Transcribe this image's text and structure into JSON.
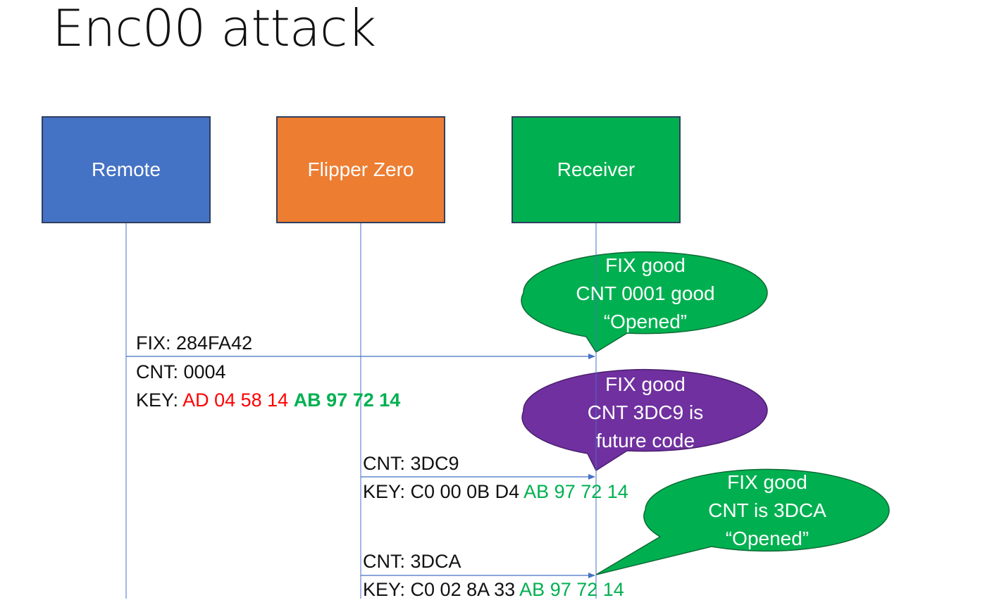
{
  "title": "Enc00 attack",
  "actors": {
    "remote": "Remote",
    "flipper": "Flipper Zero",
    "receiver": "Receiver"
  },
  "messages": {
    "m1": {
      "fix": "FIX: 284FA42",
      "cnt": "CNT: 0004",
      "key_prefix": "KEY: ",
      "key_red": "AD 04 58 14",
      "key_green": "AB 97 72 14"
    },
    "m2": {
      "cnt": "CNT: 3DC9",
      "key_prefix": "KEY: C0 00 0B D4 ",
      "key_green": "AB 97 72 14"
    },
    "m3": {
      "cnt": "CNT: 3DCA",
      "key_prefix": "KEY: C0 02 8A 33 ",
      "key_green": "AB 97 72 14"
    }
  },
  "callouts": {
    "c1": [
      "FIX good",
      "CNT 0001 good",
      "“Opened”"
    ],
    "c2": [
      "FIX good",
      "CNT 3DC9 is",
      "future code"
    ],
    "c3": [
      "FIX good",
      "CNT is 3DCA",
      "“Opened”"
    ]
  },
  "colors": {
    "remote": "#4472c4",
    "flipper": "#ed7d31",
    "receiver": "#00b050",
    "callout_green": "#00b050",
    "callout_purple": "#7030a0",
    "arrow": "#4472c4",
    "key_red": "#ff0000",
    "key_green": "#00b050"
  }
}
